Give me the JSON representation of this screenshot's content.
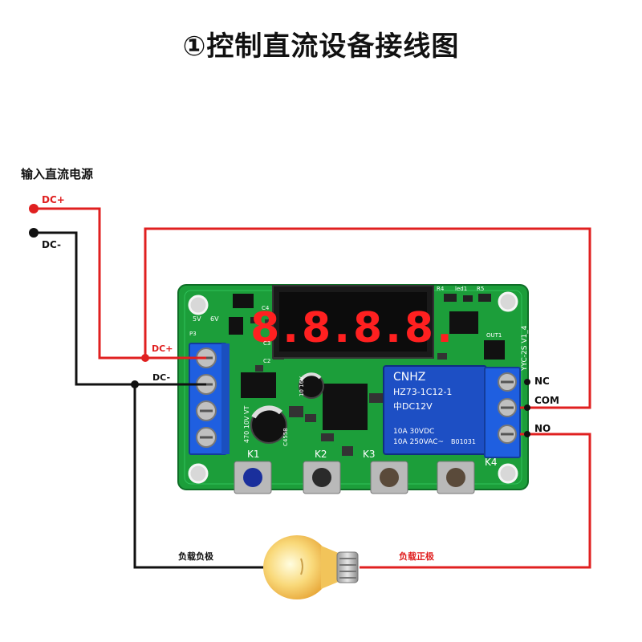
{
  "title": "①控制直流设备接线图",
  "input_label": "输入直流电源",
  "dc_plus_label": "DC+",
  "dc_minus_label": "DC-",
  "board": {
    "dc_plus_label": "DC+",
    "dc_minus_label": "DC-",
    "display_text": "8.8.8.8.",
    "relay_brand": "CNHZ",
    "relay_model": "HZ73-1C12-1",
    "relay_coil": "中DC12V",
    "relay_rating_1": "10A 30VDC",
    "relay_rating_2": "10A 250VAC~",
    "relay_code": "B01031",
    "board_version": "YYC-2S V1_4",
    "cap_text": "470 10V VT",
    "cap2_text": "10 16V",
    "key_labels": [
      "K1",
      "K2",
      "K3",
      "K4"
    ],
    "pin_labels": [
      "5V",
      "6V"
    ],
    "small_labels": [
      "R4",
      "led1",
      "R5",
      "C4",
      "C3",
      "C2",
      "OUT1",
      "P3",
      "C4558"
    ]
  },
  "nc_label": "NC",
  "com_label": "COM",
  "no_label": "NO",
  "load_negative_label": "负载负极",
  "load_positive_label": "负载正极",
  "colors": {
    "wire_red": "#e02020",
    "wire_black": "#111111",
    "pcb_green": "#1c9e3a",
    "terminal_blue": "#1f5fe0",
    "relay_blue": "#1d4fc4",
    "display_red": "#ff2020"
  },
  "icons": [
    "lightbulb-icon"
  ]
}
